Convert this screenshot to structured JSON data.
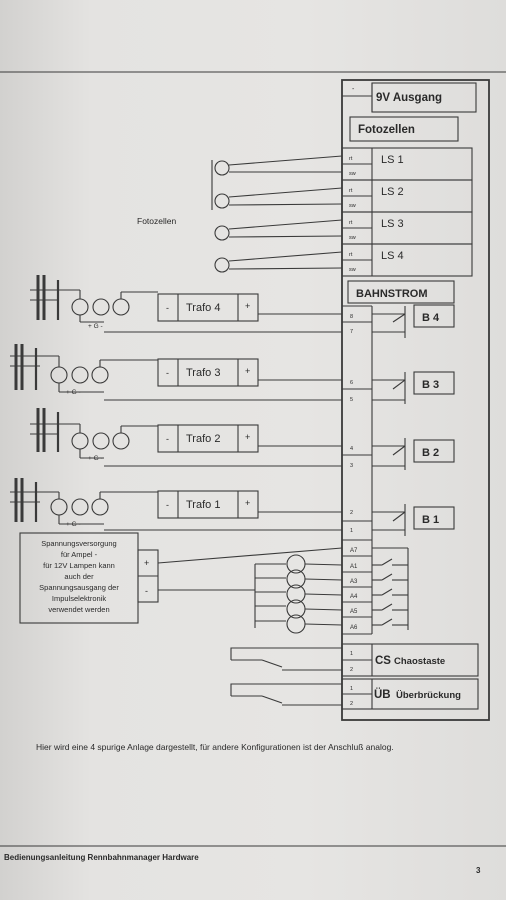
{
  "header": {
    "ausgang_sign": "-",
    "ausgang_label": "9V Ausgang",
    "fotozellen_box": "Fotozellen"
  },
  "fotozellen_label": "Fotozellen",
  "ls": [
    {
      "label": "LS 1",
      "top": "rt",
      "bottom": "sw"
    },
    {
      "label": "LS 2",
      "top": "rt",
      "bottom": "sw"
    },
    {
      "label": "LS 3",
      "top": "rt",
      "bottom": "sw"
    },
    {
      "label": "LS 4",
      "top": "rt",
      "bottom": "sw"
    }
  ],
  "bahnstrom": {
    "title": "BAHNSTROM"
  },
  "tracks": [
    {
      "trafo": "Trafo 4",
      "minus": "-",
      "plus": "+",
      "g": "+ G -",
      "pin_top": "8",
      "pin_bottom": "7",
      "block": "B 4"
    },
    {
      "trafo": "Trafo 3",
      "minus": "-",
      "plus": "+",
      "g": "+ G -",
      "pin_top": "6",
      "pin_bottom": "5",
      "block": "B 3"
    },
    {
      "trafo": "Trafo 2",
      "minus": "-",
      "plus": "+",
      "g": "+ G -",
      "pin_top": "4",
      "pin_bottom": "3",
      "block": "B 2"
    },
    {
      "trafo": "Trafo 1",
      "minus": "-",
      "plus": "+",
      "g": "+ G -",
      "pin_top": "2",
      "pin_bottom": "1",
      "block": "B 1"
    }
  ],
  "supply": {
    "lines": [
      "Spannungsversorgung",
      "für Ampel -",
      "für 12V Lampen kann",
      "auch der",
      "Spannungsausgang der",
      "Impulselektronik",
      "verwendet werden"
    ],
    "plus": "+",
    "minus": "-"
  },
  "a_pins": [
    "A7",
    "A1",
    "A3",
    "A4",
    "A5",
    "A6"
  ],
  "chaos": {
    "pin1": "1",
    "pin2": "2",
    "short": "CS",
    "label": "Chaostaste"
  },
  "ueber": {
    "pin1": "1",
    "pin2": "2",
    "short": "ÜB",
    "label": "Überbrückung"
  },
  "caption": "Hier wird eine 4 spurige Anlage dargestellt, für andere Konfigurationen ist der Anschluß analog.",
  "footer": {
    "title": "Bedienungsanleitung Rennbahnmanager Hardware",
    "page": "3"
  }
}
